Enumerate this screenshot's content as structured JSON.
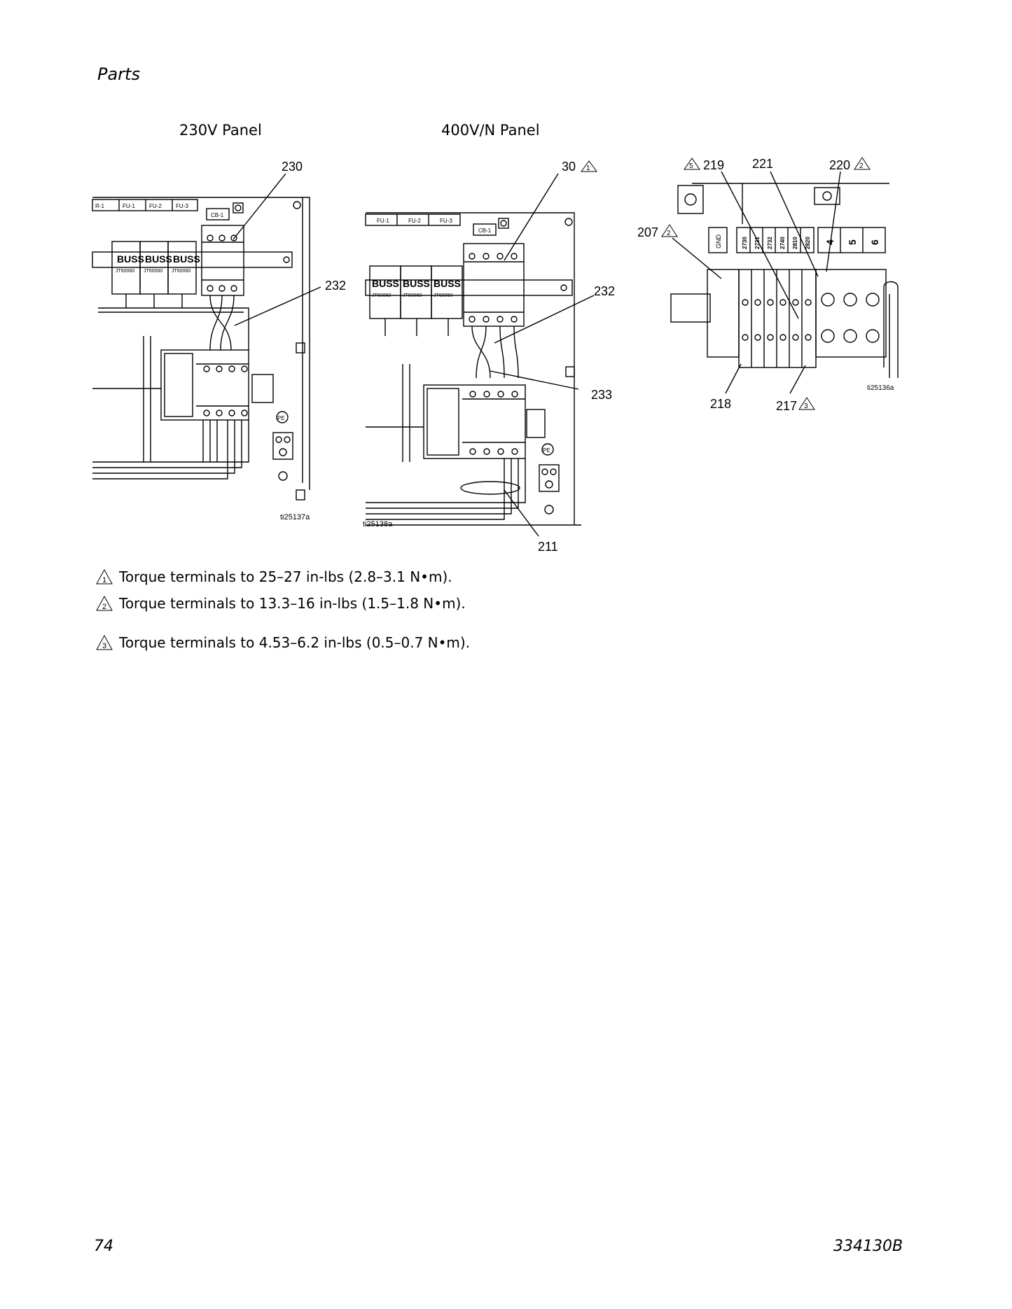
{
  "header": {
    "section": "Parts"
  },
  "panels": {
    "left_title": "230V Panel",
    "right_title": "400V/N Panel"
  },
  "figure_labels": {
    "fu1": "FU-1",
    "fu2": "FU-2",
    "fu3": "FU-3",
    "cb1": "CB-1",
    "r1": "R-1",
    "buss": "BUSS",
    "fuse_code": "JT60060",
    "pe": "PE",
    "gnd": "GND",
    "tb_2730": "2730",
    "tb_2731": "2731",
    "tb_2732": "2732",
    "tb_2740": "2740",
    "tb_2810": "2810",
    "tb_2820": "2820",
    "tb_4": "4",
    "tb_5": "5",
    "tb_6": "6",
    "ref_230": "ti25137a",
    "ref_400": "ti25138a",
    "ref_tb": "ti25136a"
  },
  "callouts": {
    "c230": "230",
    "c232a": "232",
    "c30": "30",
    "c30_mark": "1",
    "c232b": "232",
    "c233": "233",
    "c211": "211",
    "c219_mark": "5",
    "c219": "219",
    "c221": "221",
    "c220": "220",
    "c220_mark": "2",
    "c207": "207",
    "c207_mark": "2",
    "c218": "218",
    "c217": "217",
    "c217_mark": "3"
  },
  "notes": [
    {
      "mark": "1",
      "text": "Torque terminals to 25–27 in-lbs (2.8–3.1 N•m)."
    },
    {
      "mark": "2",
      "text": "Torque terminals to 13.3–16 in-lbs (1.5–1.8 N•m)."
    },
    {
      "mark": "3",
      "text": "Torque terminals to 4.53–6.2 in-lbs (0.5–0.7 N•m)."
    }
  ],
  "footer": {
    "page_number": "74",
    "doc_number": "334130B"
  }
}
